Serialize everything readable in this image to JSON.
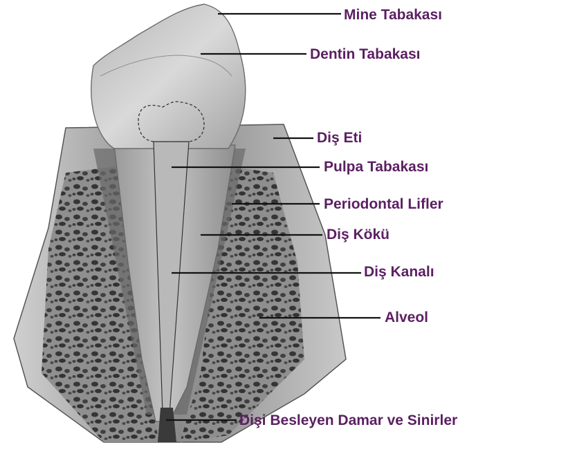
{
  "diagram": {
    "colors": {
      "label": "#5b1f62",
      "leader": "#111111"
    },
    "labels": [
      {
        "id": "mine-tabakasi",
        "text": "Mine Tabakası"
      },
      {
        "id": "dentin-tabakasi",
        "text": "Dentin Tabakası"
      },
      {
        "id": "dis-eti",
        "text": "Diş Eti"
      },
      {
        "id": "pulpa-tabakasi",
        "text": "Pulpa Tabakası"
      },
      {
        "id": "periodontal-lifler",
        "text": "Periodontal Lifler"
      },
      {
        "id": "dis-koku",
        "text": "Diş Kökü"
      },
      {
        "id": "dis-kanali",
        "text": "Diş Kanalı"
      },
      {
        "id": "alveol",
        "text": "Alveol"
      },
      {
        "id": "disi-besleyen",
        "text": "Dişi Besleyen Damar ve Sinirler"
      }
    ]
  }
}
